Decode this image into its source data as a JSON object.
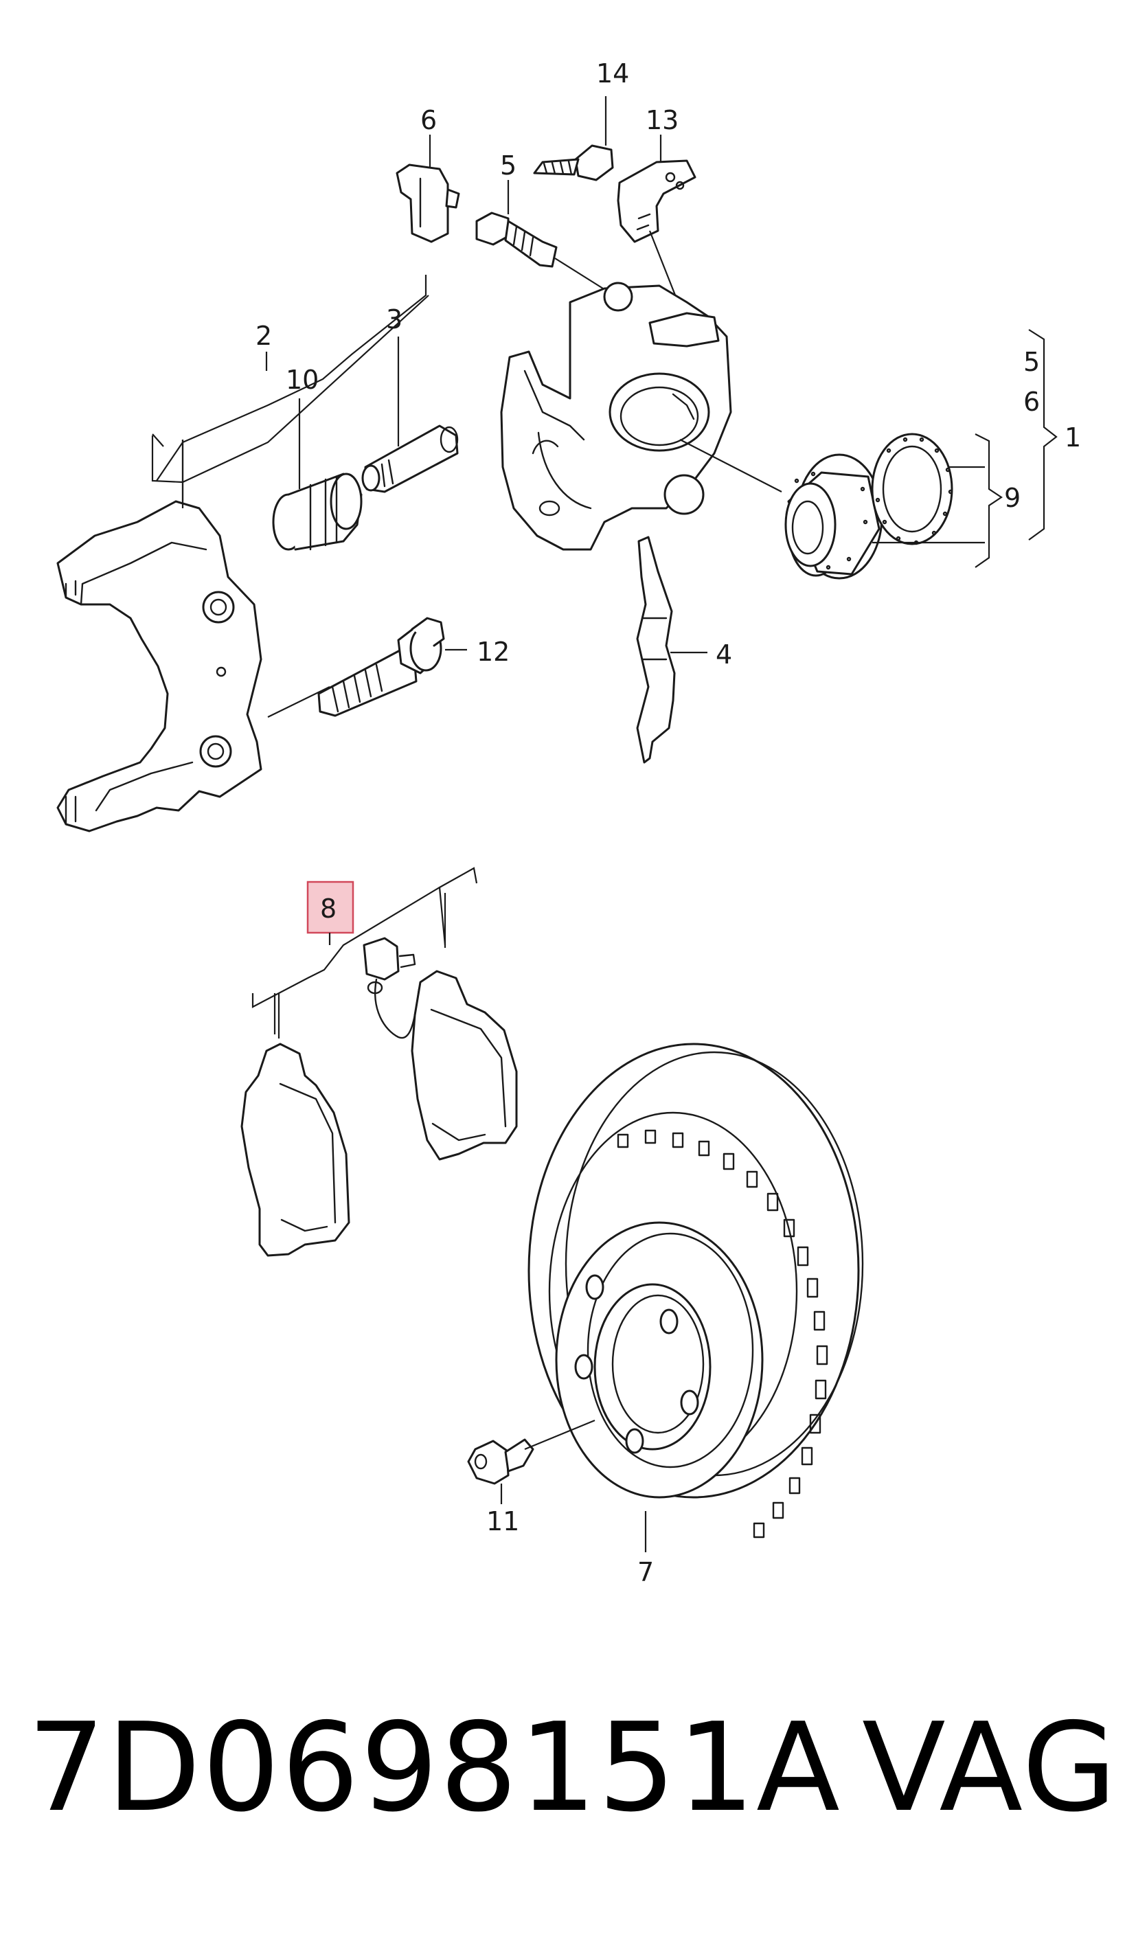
{
  "callouts": {
    "c1": "1",
    "c2": "2",
    "c3": "3",
    "c4": "4",
    "c5a": "5",
    "c5b": "5",
    "c6a": "6",
    "c6b": "6",
    "c7": "7",
    "c8": "8",
    "c9": "9",
    "c10": "10",
    "c11": "11",
    "c12": "12",
    "c13": "13",
    "c14": "14"
  },
  "highlighted_callout": "8",
  "highlight_color": "#f6c9cf",
  "footer": {
    "part_number": "7D0698151A",
    "brand": "VAG"
  }
}
